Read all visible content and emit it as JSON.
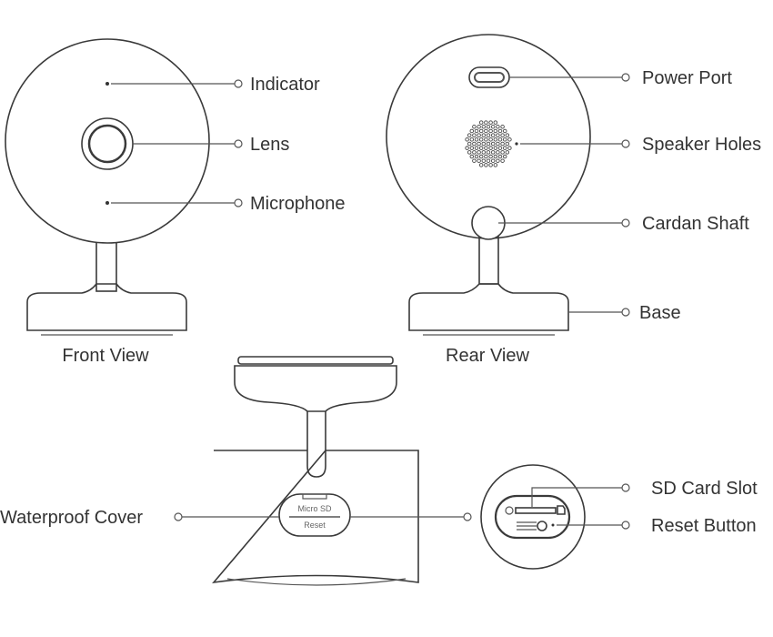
{
  "front": {
    "caption": "Front View",
    "labels": {
      "indicator": "Indicator",
      "lens": "Lens",
      "microphone": "Microphone"
    }
  },
  "rear": {
    "caption": "Rear View",
    "labels": {
      "power_port": "Power Port",
      "speaker_holes": "Speaker Holes",
      "cardan_shaft": "Cardan Shaft",
      "base": "Base"
    }
  },
  "bottom": {
    "labels": {
      "waterproof_cover": "Waterproof Cover",
      "sd_card_slot": "SD Card Slot",
      "reset_button": "Reset Button"
    },
    "cover_text": {
      "top": "Micro SD",
      "bottom": "Reset"
    }
  }
}
